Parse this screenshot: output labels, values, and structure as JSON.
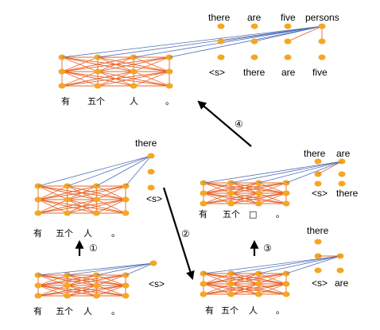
{
  "colors": {
    "node": "#f5a623",
    "cross_edge": "#e8652a",
    "attention": "#4f6fb8",
    "bg": "#ffffff",
    "text": "#000000"
  },
  "panel1": {
    "source": [
      "有",
      "五个",
      "人",
      "。"
    ],
    "output_tokens": [
      "<s>"
    ],
    "label_up": "①"
  },
  "panel2": {
    "source": [
      "有",
      "五个",
      "人",
      "。"
    ],
    "input_tokens": [
      "<s>"
    ],
    "output_tokens": [
      "there"
    ]
  },
  "panel3": {
    "source": [
      "有",
      "五个",
      "人",
      "。"
    ],
    "input_tokens": [
      "<s>",
      "are"
    ],
    "output_tokens": [
      "there"
    ],
    "label_up": "③"
  },
  "panel4": {
    "source": [
      "有",
      "五个",
      "□",
      "。"
    ],
    "input_tokens": [
      "<s>",
      "there"
    ],
    "output_tokens": [
      "there",
      "are"
    ]
  },
  "panel5": {
    "source": [
      "有",
      "五个",
      "人",
      "。"
    ],
    "input_tokens": [
      "<s>",
      "there",
      "are",
      "five"
    ],
    "output_tokens": [
      "there",
      "are",
      "five",
      "persons"
    ]
  },
  "step_labels": {
    "step2": "②",
    "step4": "④"
  }
}
